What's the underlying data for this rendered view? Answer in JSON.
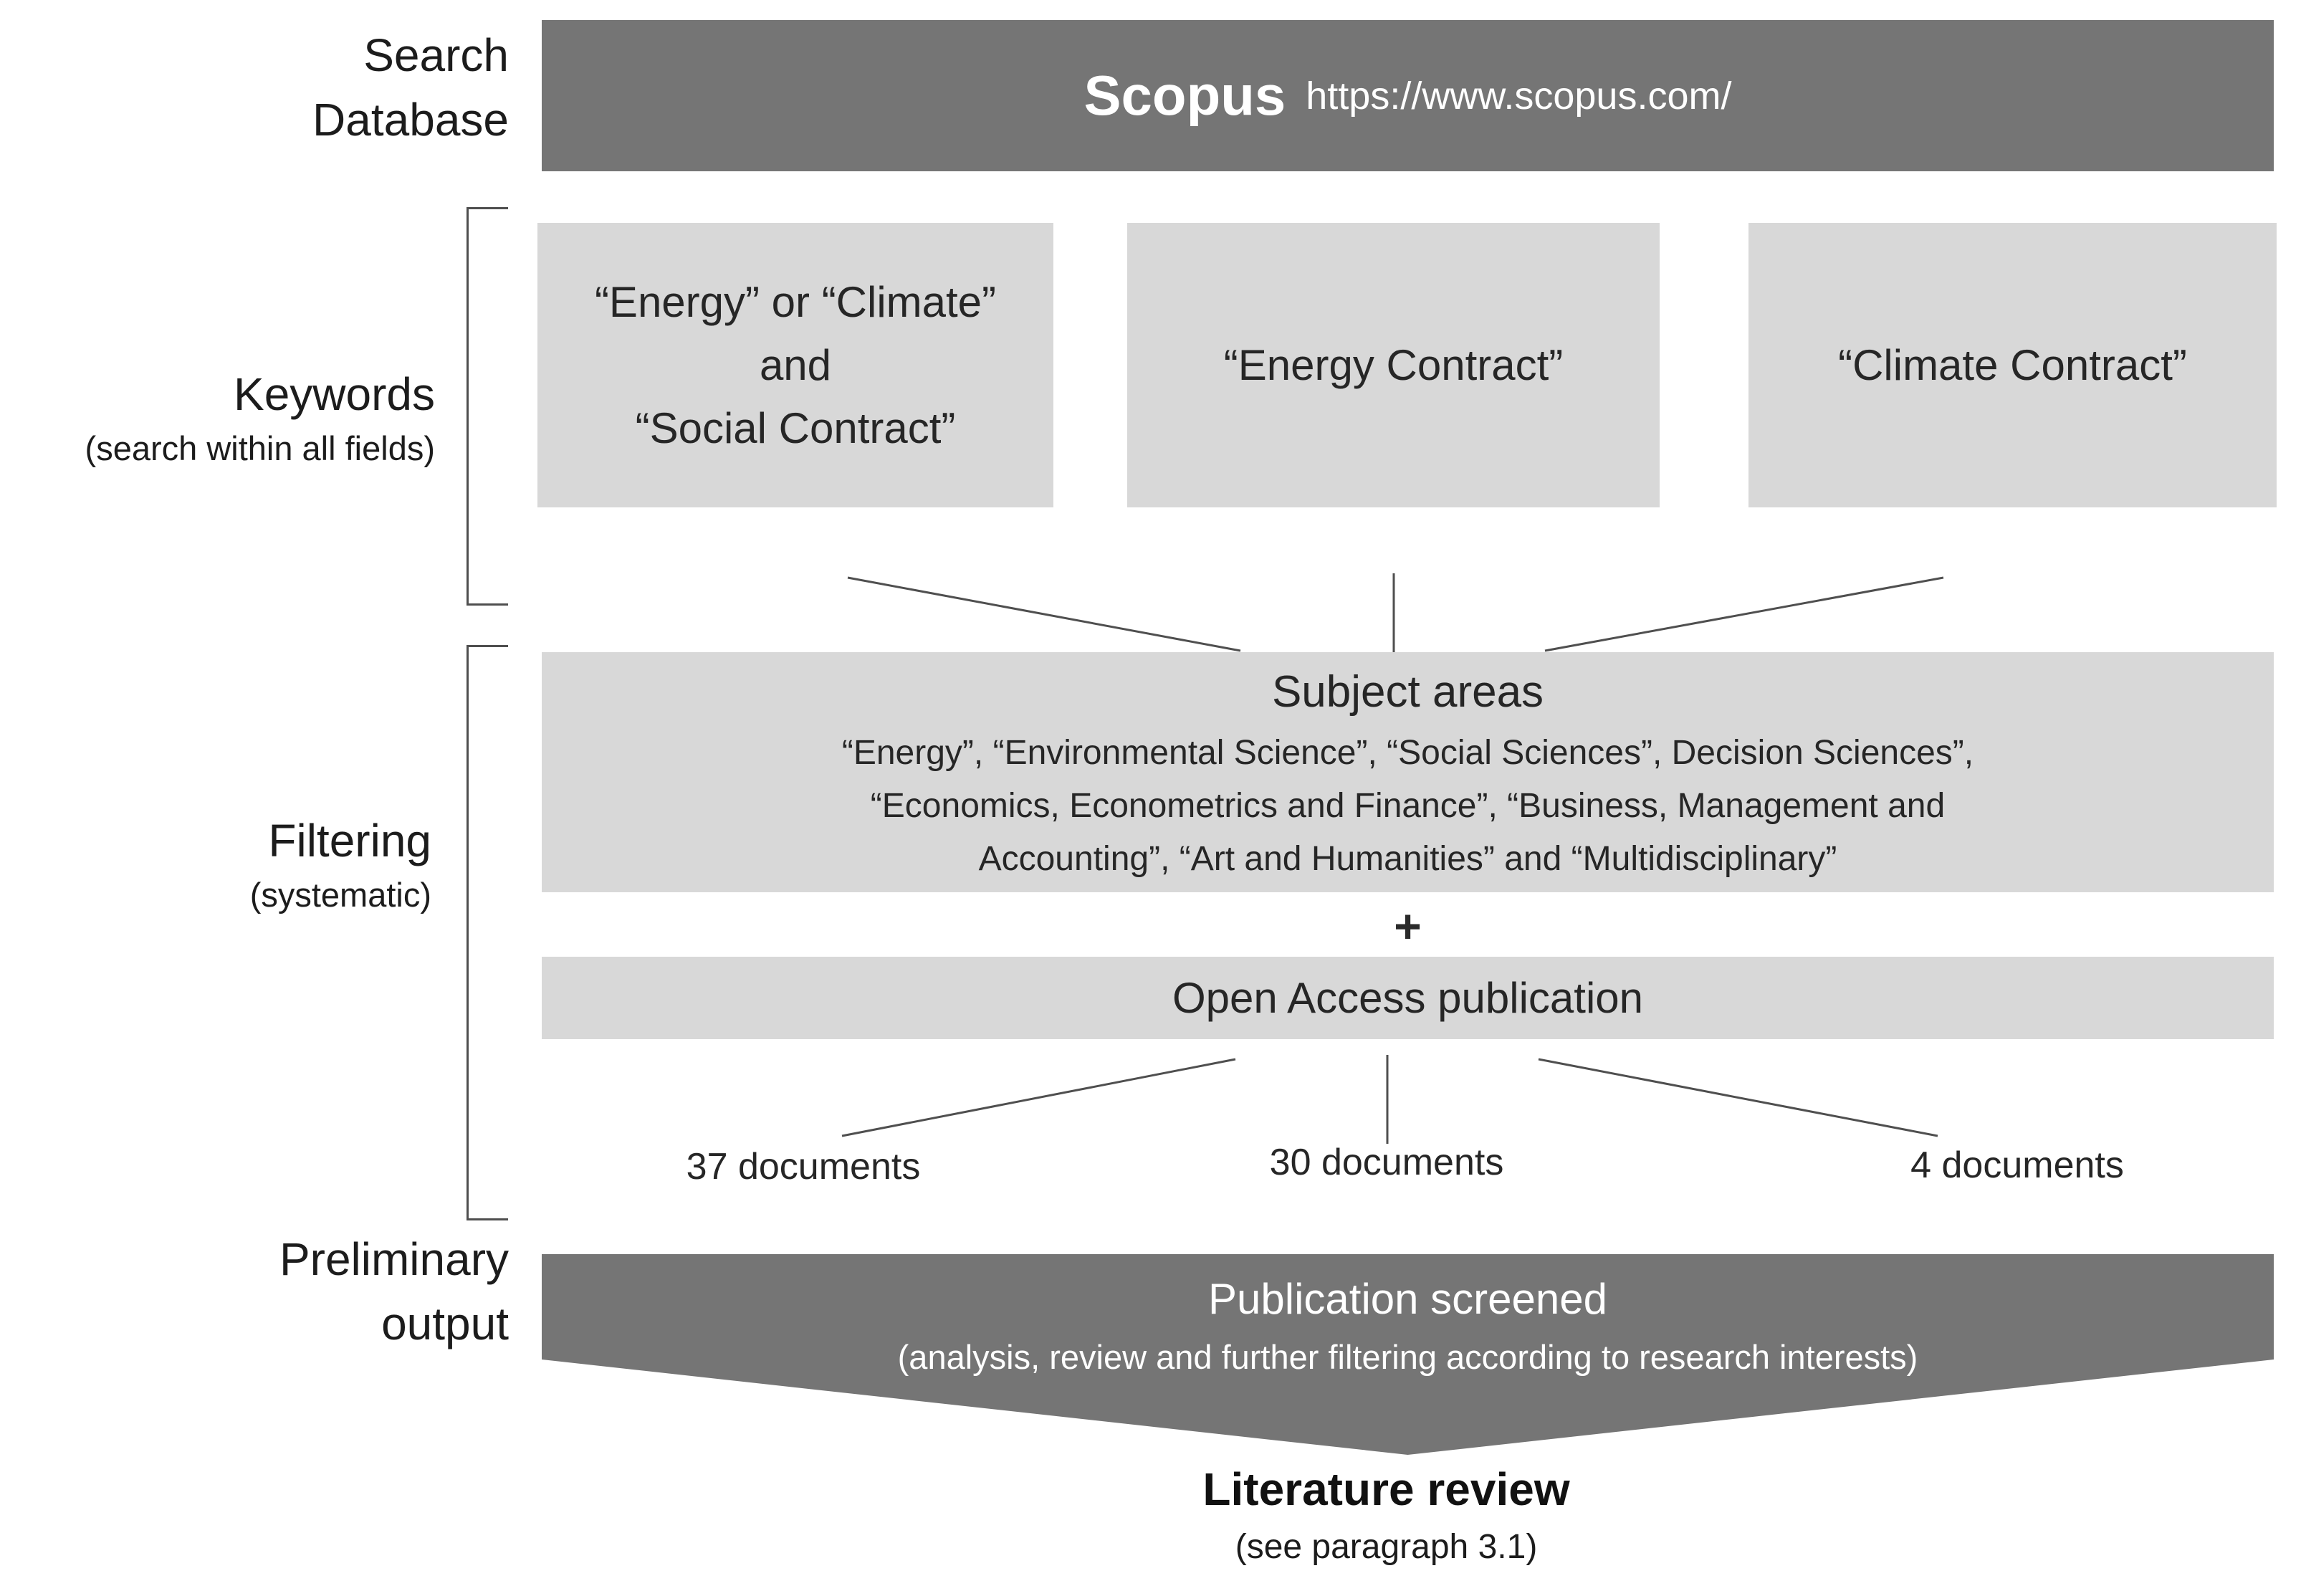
{
  "side_labels": {
    "search_database": {
      "line1": "Search",
      "line2": "Database"
    },
    "keywords": {
      "title": "Keywords",
      "subtitle": "(search within all fields)"
    },
    "filtering": {
      "title": "Filtering",
      "subtitle": "(systematic)"
    },
    "preliminary_output": {
      "line1": "Preliminary",
      "line2": "output"
    }
  },
  "database_bar": {
    "name": "Scopus",
    "url": "https://www.scopus.com/"
  },
  "keyword_boxes": [
    {
      "lines": [
        "“Energy” or “Climate”",
        "and",
        "“Social Contract”"
      ]
    },
    {
      "lines": [
        "“Energy Contract”"
      ]
    },
    {
      "lines": [
        "“Climate Contract”"
      ]
    }
  ],
  "subject_areas": {
    "title": "Subject areas",
    "body_lines": [
      "“Energy”, “Environmental Science”, “Social Sciences”, Decision Sciences”,",
      "“Economics, Econometrics and Finance”, “Business, Management and",
      "Accounting”, “Art and Humanities” and “Multidisciplinary”"
    ]
  },
  "plus_sign": "+",
  "open_access": {
    "label": "Open Access publication"
  },
  "document_counts": [
    "37 documents",
    "30 documents",
    "4 documents"
  ],
  "publication_screened": {
    "title": "Publication screened",
    "subtitle": "(analysis, review and further filtering according to research interests)"
  },
  "final_output": {
    "title": "Literature review",
    "subtitle": "(see paragraph 3.1)"
  },
  "colors": {
    "dark_gray": "#757575",
    "light_gray": "#d8d8d8",
    "line": "#4f4f4f",
    "text": "#1c1c1c",
    "white_text": "#ffffff"
  }
}
